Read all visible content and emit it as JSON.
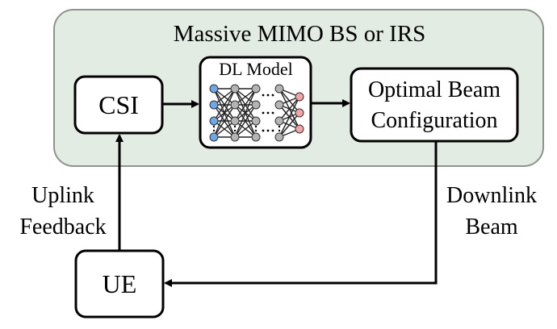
{
  "container": {
    "title": "Massive MIMO BS or IRS",
    "fill": "#e3ece3",
    "stroke": "#8c948c"
  },
  "blocks": {
    "csi": "CSI",
    "dl_model": "DL Model",
    "optimal_line1": "Optimal Beam",
    "optimal_line2": "Configuration",
    "ue": "UE"
  },
  "links": {
    "uplink_line1": "Uplink",
    "uplink_line2": "Feedback",
    "downlink_line1": "Downlink",
    "downlink_line2": "Beam"
  },
  "nn": {
    "input_color": "#6fa8e8",
    "hidden_color": "#b4b4b4",
    "output_color": "#f4a4a4"
  }
}
